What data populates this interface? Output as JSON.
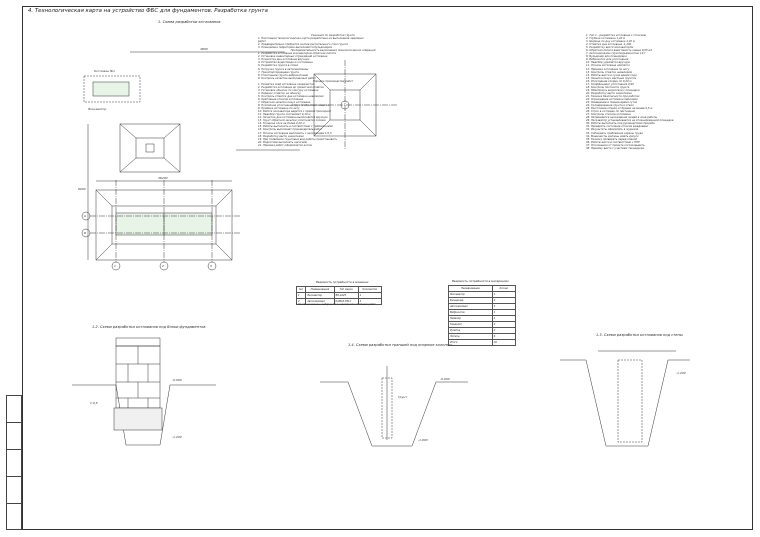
{
  "header": {
    "title": "4. Технологическая карта на устройство ФБС для фундаментов. Разработка грунта"
  },
  "captions": {
    "plan": "1. Схема разработки котлованов",
    "pit_section": "1.2. Схема разработки котлованов под блоки фундаментов",
    "trench_section": "1.4. Схема разработки траншей под опорные колонны",
    "right_section": "1.3. Схема разработки котлованов под стены"
  },
  "notes": {
    "col1": [
      {
        "text": "Указания по разработке грунта",
        "h": true
      },
      {
        "text": "1. Настоящая технологическая карта разработана на выполнение земляных"
      },
      {
        "text": "работ"
      },
      {
        "text": "2. Предварительно требуется снятие растительного слоя грунта"
      },
      {
        "text": "3. Планировка территории выполняется бульдозером"
      },
      {
        "text": "Последовательность выполнения технологических операций",
        "h": true
      },
      {
        "text": "1. Разработка котлована экскаватором обратная лопата"
      },
      {
        "text": "2. Установка инвентарных ограждений котлована"
      },
      {
        "text": "3. Подчистка дна котлована вручную"
      },
      {
        "text": "4. Устройство водоотвода из котлована"
      },
      {
        "text": "5. Разработка грунта в отвал"
      },
      {
        "text": "6. Погрузка грунта в автосамосвалы"
      },
      {
        "text": "7. Транспортирование грунта"
      },
      {
        "text": "8. Уплотнение грунта виброкатками"
      },
      {
        "text": "9. Контроль качества выполненных работ"
      },
      {
        "text": "Порядок производства работ",
        "h": true
      },
      {
        "text": "1. Разметка осей котлована геодезистом"
      },
      {
        "text": "2. Разработка котлована до проектной отметки"
      },
      {
        "text": "3. Установка обноски по контуру котлована"
      },
      {
        "text": "4. Перенос отметок на обноску"
      },
      {
        "text": "5. Контроль отметок дна котлована нивелиром"
      },
      {
        "text": "6. Крепление откосов котлована"
      },
      {
        "text": "7. Обратная засыпка пазух котлована"
      },
      {
        "text": "8. Послойное уплотнение грунта обратной засыпки"
      },
      {
        "text": "9. Приемка котлована по акту"
      },
      {
        "text": "10. Работа экскаватора ведется с прямой проходкой"
      },
      {
        "text": "11. Недобор грунта составляет 0,10 м"
      },
      {
        "text": "12. Зачистка дна котлована выполняется вручную"
      },
      {
        "text": "13. Грунт обратной засыпки уплотняется слоями"
      },
      {
        "text": "14. Толщина слоя не более 0,20 м"
      },
      {
        "text": "15. Работы выполнять в соответствии с требованиями"
      },
      {
        "text": "16. Контроль выполняет производитель работ"
      },
      {
        "text": "17. Откосы котлована выполнить с заложением 1:0,5"
      },
      {
        "text": "18. Разработку вести захватками"
      },
      {
        "text": "19. При появлении грунтовых вод работы приостановить"
      },
      {
        "text": "20. Водоотлив выполнять насосами"
      },
      {
        "text": "21. Приемка работ оформляется актом"
      }
    ],
    "col2": [
      {
        "text": "1. Тип 1 - разработка котлована с откосами"
      },
      {
        "text": "2. Глубина котлована 1,20 м"
      },
      {
        "text": "3. Ширина по дну котлована 4,20 м"
      },
      {
        "text": "4. Отметка дна котлована -1,200"
      },
      {
        "text": "5. Разработку вести экскаватором"
      },
      {
        "text": "6. Обратная лопата вместимость ковша 0,65 м3"
      },
      {
        "text": "7. Автосамосвалы грузоподъемностью 10 т"
      },
      {
        "text": "8. Бульдозер для планировки"
      },
      {
        "text": "9. Виброкаток для уплотнения"
      },
      {
        "text": "10. Недобор удаляется вручную"
      },
      {
        "text": "11. Откосы котлована крепятся"
      },
      {
        "text": "12. Приемка котлована по акту"
      },
      {
        "text": "13. Контроль отметок нивелиром"
      },
      {
        "text": "14. Работы вести в сухое время года"
      },
      {
        "text": "15. Засыпка пазух местным грунтом"
      },
      {
        "text": "16. Уплотнение слоями по 0,20 м"
      },
      {
        "text": "17. Коэффициент уплотнения 0,95"
      },
      {
        "text": "18. Контроль плотности грунта"
      },
      {
        "text": "19. Обеспечить водоотвод с площадки"
      },
      {
        "text": "20. Разработку вести захватками"
      },
      {
        "text": "21. Техника безопасности при работах"
      },
      {
        "text": "22. Ограждение котлована перилами"
      },
      {
        "text": "23. Освещение в темное время суток"
      },
      {
        "text": "24. Складирование грунта в отвал"
      },
      {
        "text": "25. Расстояние отвала от бровки не менее 0,5 м"
      },
      {
        "text": "26. Спуск в котлован по лестницам"
      },
      {
        "text": "27. Контроль откосов котлована"
      },
      {
        "text": "28. Запрещается нахождение людей в зоне работы"
      },
      {
        "text": "29. Экскаватор устанавливается на спланированной площадке"
      },
      {
        "text": "30. Работы выполнять под руководством прораба"
      },
      {
        "text": "31. Проверять состояние откосов ежедневно"
      },
      {
        "text": "32. Результаты оформлять в журнале"
      },
      {
        "text": "33. Соблюдать требования охраны труда"
      },
      {
        "text": "34. Машинисты должны иметь допуск"
      },
      {
        "text": "35. Технику проверять перед сменой"
      },
      {
        "text": "36. Работы вести в соответствии с ППР"
      },
      {
        "text": "37. Отклонения от проекта согласовывать"
      },
      {
        "text": "38. Приемку вести с участием технадзора"
      }
    ]
  },
  "table_machines": {
    "title": "Ведомость потребности в машинах",
    "headers": [
      "№п",
      "Наименование",
      "Тип марка",
      "Количество"
    ],
    "rows": [
      [
        "1",
        "Экскаватор",
        "ЭО-4225",
        "1"
      ],
      [
        "2",
        "Автосамосвал",
        "КАМАЗ-5511",
        "3"
      ]
    ],
    "footnote": "* Основные машины выбираются в зависимости от объема работ"
  },
  "table_materials": {
    "title": "Ведомость потребности в материалах",
    "headers": [
      "Наименование",
      "Кол-во"
    ],
    "rows": [
      [
        "Экскаватор",
        "1"
      ],
      [
        "Бульдозер",
        "1"
      ],
      [
        "Автосамосвал",
        "3"
      ],
      [
        "Виброкаток",
        "1"
      ],
      [
        "Нивелир",
        "1"
      ],
      [
        "Теодолит",
        "1"
      ],
      [
        "Рулетка",
        "2"
      ],
      [
        "Лопаты",
        "6"
      ],
      [
        "Итого",
        "16"
      ]
    ]
  },
  "plan_labels": {
    "axis_a": "А",
    "axis_b": "Б",
    "axis_1": "1",
    "axis_2": "2",
    "axis_3": "3",
    "excavator": "Экскаватор",
    "pit_label": "Котлован №1",
    "dim_top": "4800",
    "dim_main": "36200",
    "dim_left": "6000"
  },
  "section_labels": {
    "mark_top": "-0.000",
    "mark_bottom": "-1.200",
    "mark_bottom2": "-1.600",
    "ground": "Грунт",
    "slope": "1:0,5"
  }
}
